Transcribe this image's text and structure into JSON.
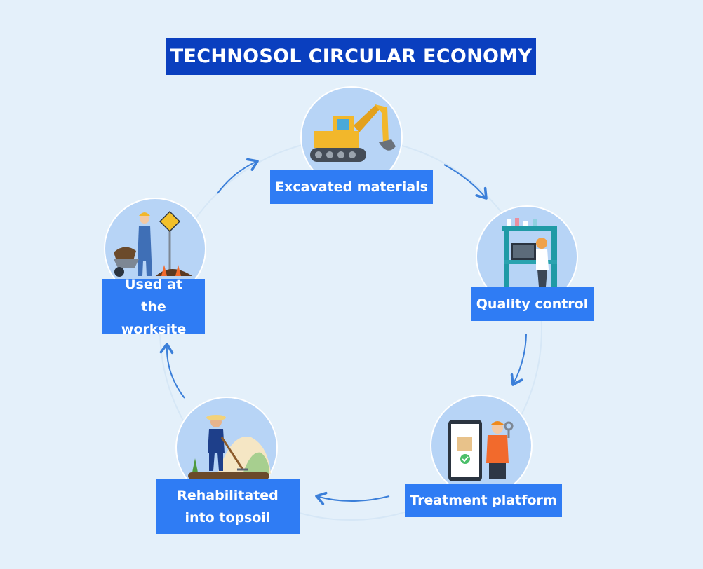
{
  "title": "TECHNOSOL CIRCULAR ECONOMY",
  "steps": [
    {
      "label": "Excavated materials",
      "icon": "excavator-icon"
    },
    {
      "label": "Quality control",
      "icon": "laboratory-icon"
    },
    {
      "label": "Treatment platform",
      "icon": "tablet-worker-icon"
    },
    {
      "label": "Rehabilitated into topsoil",
      "icon": "gardener-icon"
    },
    {
      "label": "Used at the worksite",
      "icon": "wheelbarrow-worker-icon"
    }
  ],
  "colors": {
    "background": "#e4f0fa",
    "title_bg": "#0a3fbf",
    "label_bg": "#2f7cf4",
    "arrow": "#3b7fd9",
    "circle": "#b7d4f6"
  }
}
